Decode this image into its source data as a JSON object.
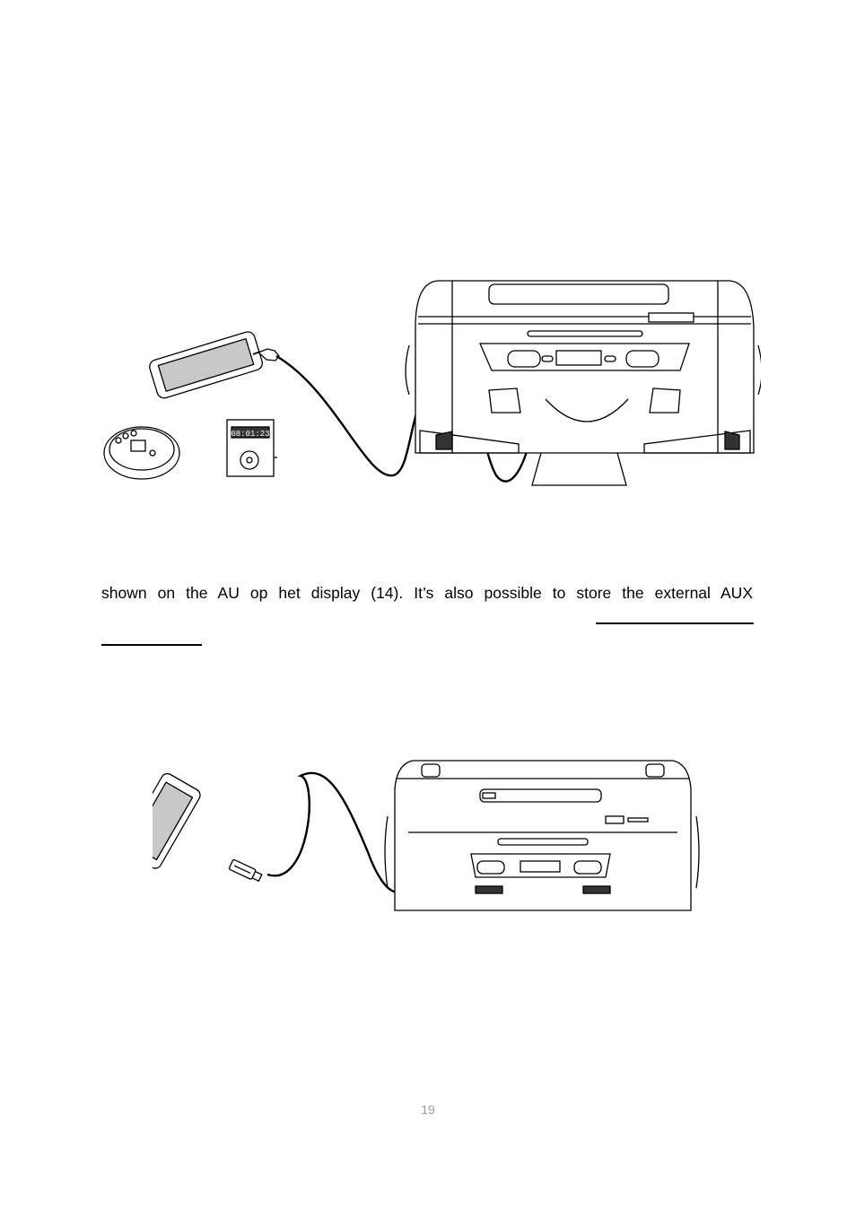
{
  "page": {
    "paragraph_line": "shown on the AU op het display (14). It’s also possible to store the external AUX",
    "page_number": "19"
  },
  "figures": {
    "aux_display_digits": "08:01:23"
  }
}
